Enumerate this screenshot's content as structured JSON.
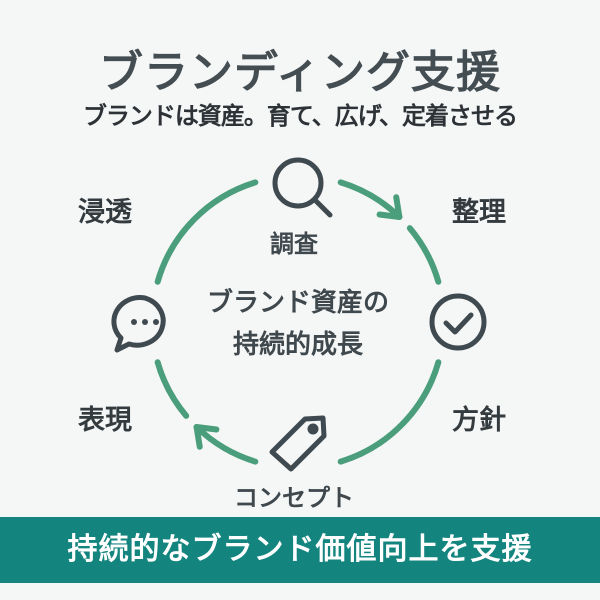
{
  "title": "ブランディング支援",
  "subtitle": "ブランドは資産。育て、広げ、定着させる",
  "center": {
    "line1": "ブランド資産の",
    "line2": "持続的成長"
  },
  "stages": {
    "research": "調査",
    "organize": "整理",
    "policy": "方針",
    "concept": "コンセプト",
    "expression": "表現",
    "penetration": "浸透"
  },
  "banner": "持続的なブランド価値向上を支援",
  "colors": {
    "arc": "#4a9e7c",
    "icon": "#3f4a50",
    "banner": "#13847e"
  },
  "icons": {
    "research": "search-icon",
    "organize": "check-circle-icon",
    "concept": "tag-icon",
    "expression": "chat-bubble-icon"
  }
}
